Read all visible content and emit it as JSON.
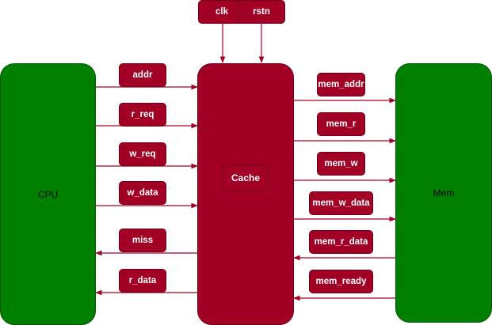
{
  "blocks": {
    "cpu": "CPU",
    "cache": "Cache",
    "mem": "Mem"
  },
  "control_signals": {
    "clk": "clk",
    "rstn": "rstn"
  },
  "cpu_cache_signals": {
    "addr": "addr",
    "r_req": "r_req",
    "w_req": "w_req",
    "w_data": "w_data",
    "miss": "miss",
    "r_data": "r_data"
  },
  "cache_mem_signals": {
    "mem_addr": "mem_addr",
    "mem_r": "mem_r",
    "mem_w": "mem_w",
    "mem_w_data": "mem_w_data",
    "mem_r_data": "mem_r_data",
    "mem_ready": "mem_ready"
  },
  "colors": {
    "cpu_fill": "#008000",
    "mem_fill": "#008000",
    "cache_fill": "#a20025",
    "signal_fill": "#a20025",
    "arrow": "#a20025"
  }
}
